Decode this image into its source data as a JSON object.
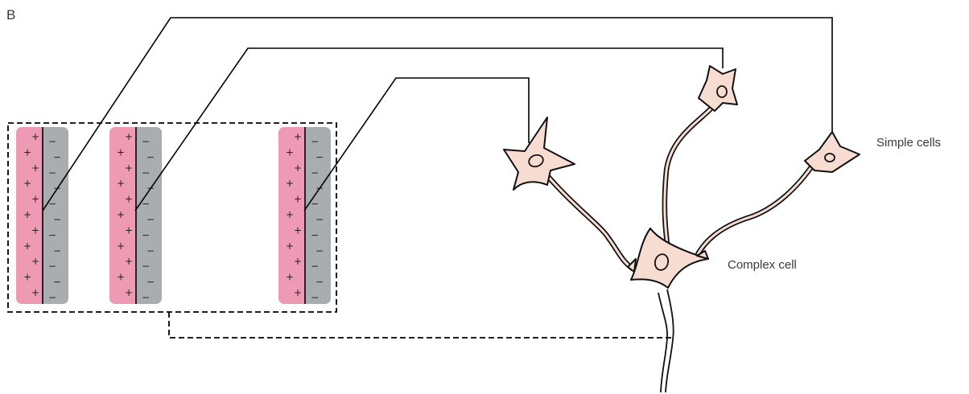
{
  "panel_label": "B",
  "labels": {
    "simple_cells": "Simple cells",
    "complex_cell": "Complex cell"
  },
  "receptive_field": {
    "excitatory_sign": "+",
    "inhibitory_sign": "−",
    "sign_rows": 11
  },
  "colors": {
    "on_zone": "#ef9ab5",
    "off_zone": "#a9adb0",
    "cell_body": "#f7dcd2",
    "ink": "#111111"
  }
}
